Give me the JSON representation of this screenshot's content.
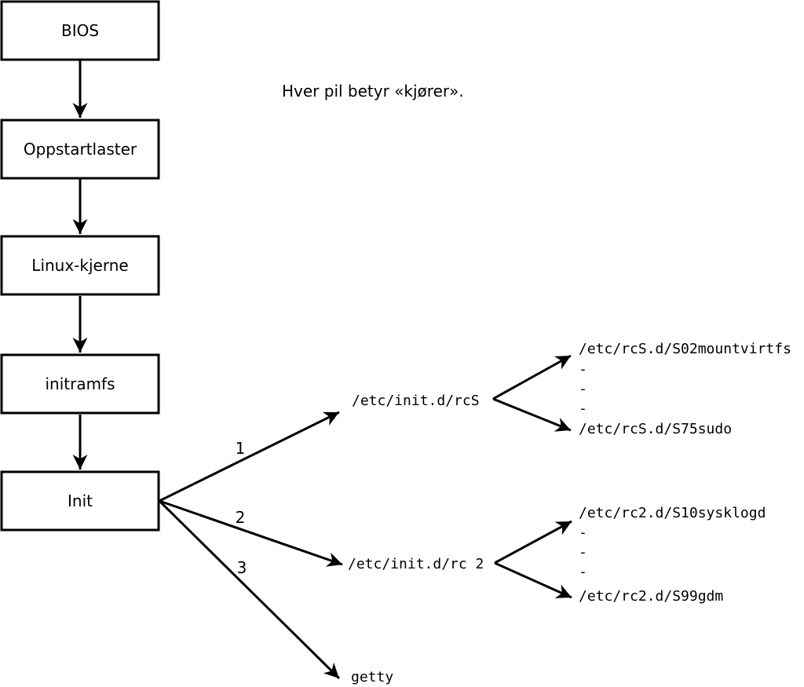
{
  "note": "Hver pil betyr «kjører».",
  "colors": {
    "line": "#000000",
    "background": "#ffffff",
    "box_fill": "#ffffff"
  },
  "boot_chain": [
    {
      "label": "BIOS"
    },
    {
      "label": "Oppstartlaster"
    },
    {
      "label": "Linux-kjerne"
    },
    {
      "label": "initramfs"
    },
    {
      "label": "Init"
    }
  ],
  "init_fan": {
    "arrow_labels": [
      "1",
      "2",
      "3"
    ],
    "targets": [
      "/etc/init.d/rcS",
      "/etc/init.d/rc 2",
      "getty"
    ]
  },
  "rcS_scripts": [
    "/etc/rcS.d/S02mountvirtfs",
    "-",
    "-",
    "-",
    "/etc/rcS.d/S75sudo"
  ],
  "rc2_scripts": [
    "/etc/rc2.d/S10sysklogd",
    "-",
    "-",
    "-",
    "/etc/rc2.d/S99gdm"
  ]
}
